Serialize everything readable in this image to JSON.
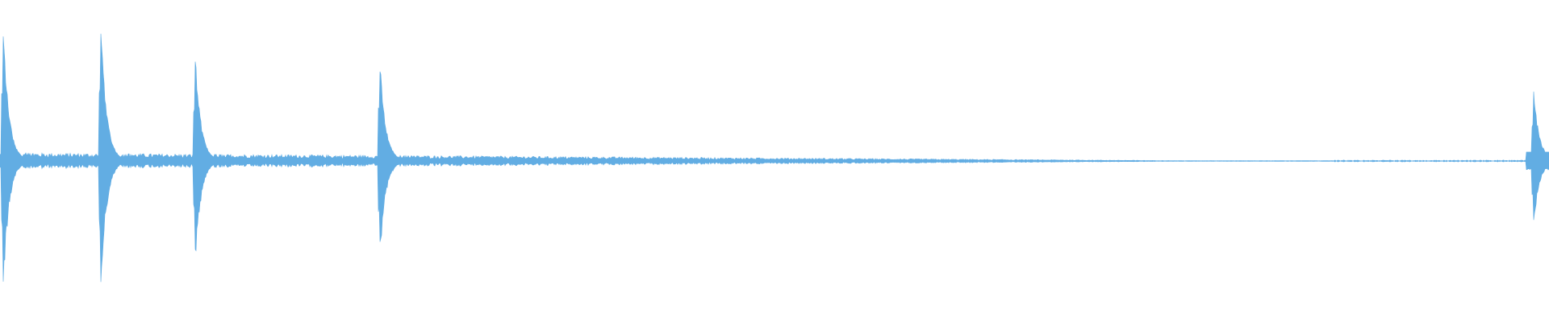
{
  "colors": {
    "background": "#ffffff",
    "waveform": "#62ade3"
  },
  "waveform": {
    "baseline_amplitude": 0.04,
    "peak_amplitude": 1.0,
    "transients": [
      {
        "position": 0.002,
        "amplitude": 0.95
      },
      {
        "position": 0.065,
        "amplitude": 1.0
      },
      {
        "position": 0.126,
        "amplitude": 0.74
      },
      {
        "position": 0.245,
        "amplitude": 0.74
      },
      {
        "position": 0.99,
        "amplitude": 0.5
      }
    ]
  }
}
